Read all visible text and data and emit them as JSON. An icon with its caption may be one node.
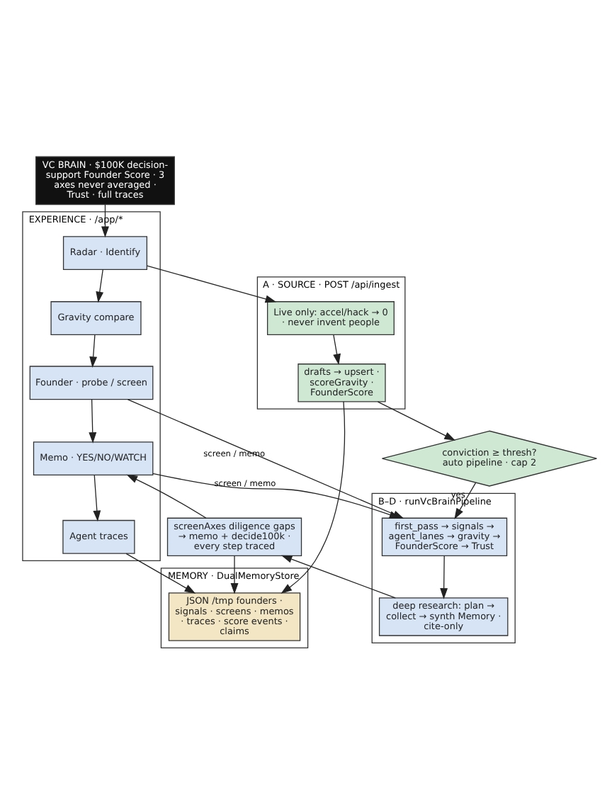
{
  "diagram": {
    "nodes": [
      {
        "text": [
          "VC BRAIN · $100K decision-support Founder Score · 3 axes never averaged · Trust · full traces"
        ]
      },
      {
        "text": [
          "EXPERIENCE · /app/*"
        ]
      },
      {
        "text": [
          "Radar · Identify"
        ],
        "in": 1
      },
      {
        "text": [
          "Gravity compare"
        ],
        "in": 1
      },
      {
        "text": [
          "Founder · probe / screen"
        ],
        "in": 1
      },
      {
        "text": [
          "Memo · YES/NO/WATCH"
        ],
        "in": 1
      },
      {
        "text": [
          "Agent traces"
        ],
        "in": 1
      },
      {
        "text": [
          "A · SOURCE · POST /api/ingest"
        ]
      },
      {
        "text": [
          "Live only: accel/hack → 0 · never invent people"
        ],
        "in": 7
      },
      {
        "text": [
          "drafts → upsert · scoreGravity · FounderScore"
        ],
        "in": 7
      },
      {
        "text": [
          "conviction ≥ thresh? auto pipeline · cap 2"
        ]
      },
      {
        "text": [
          "B–D · runVcBrainPipeline"
        ]
      },
      {
        "text": [
          "first_pass → signals → agent_lanes → gravity → FounderScore → Trust"
        ],
        "in": 11
      },
      {
        "text": [
          "deep research: plan → collect → synth Memory · cite-only"
        ],
        "in": 11
      },
      {
        "text": [
          "screenAxes diligence gaps → memo + decide100k · every step traced"
        ]
      },
      {
        "text": [
          "MEMORY · DualMemoryStore"
        ]
      },
      {
        "text": [
          "JSON /tmp founders · signals · screens · memos · traces · score events · claims"
        ],
        "in": 15
      }
    ],
    "edges": [
      {
        "from": 0,
        "to": 2,
        "arrow": "to"
      },
      {
        "from": 2,
        "to": 3,
        "arrow": "to"
      },
      {
        "from": 3,
        "to": 4,
        "arrow": "to"
      },
      {
        "from": 4,
        "to": 5,
        "arrow": "to"
      },
      {
        "from": 5,
        "to": 6,
        "arrow": "to"
      },
      {
        "from": 2,
        "to": 8,
        "arrow": "to"
      },
      {
        "from": 8,
        "to": 9,
        "arrow": "to"
      },
      {
        "from": 9,
        "to": 10,
        "arrow": "to"
      },
      {
        "from": 10,
        "to": 12,
        "arrow": "to",
        "label": "yes"
      },
      {
        "from": 12,
        "to": 13,
        "arrow": "to"
      },
      {
        "from": 13,
        "to": 14,
        "arrow": "to"
      },
      {
        "from": 14,
        "to": 16,
        "arrow": "to"
      },
      {
        "from": 9,
        "to": 16,
        "arrow": "to"
      },
      {
        "from": 4,
        "to": 12,
        "arrow": "to",
        "label": "screen / memo"
      },
      {
        "from": 5,
        "to": 12,
        "arrow": "to",
        "label": "screen / memo"
      },
      {
        "from": 14,
        "to": 5,
        "arrow": "to"
      },
      {
        "from": 6,
        "to": 16,
        "arrow": "to"
      }
    ]
  }
}
